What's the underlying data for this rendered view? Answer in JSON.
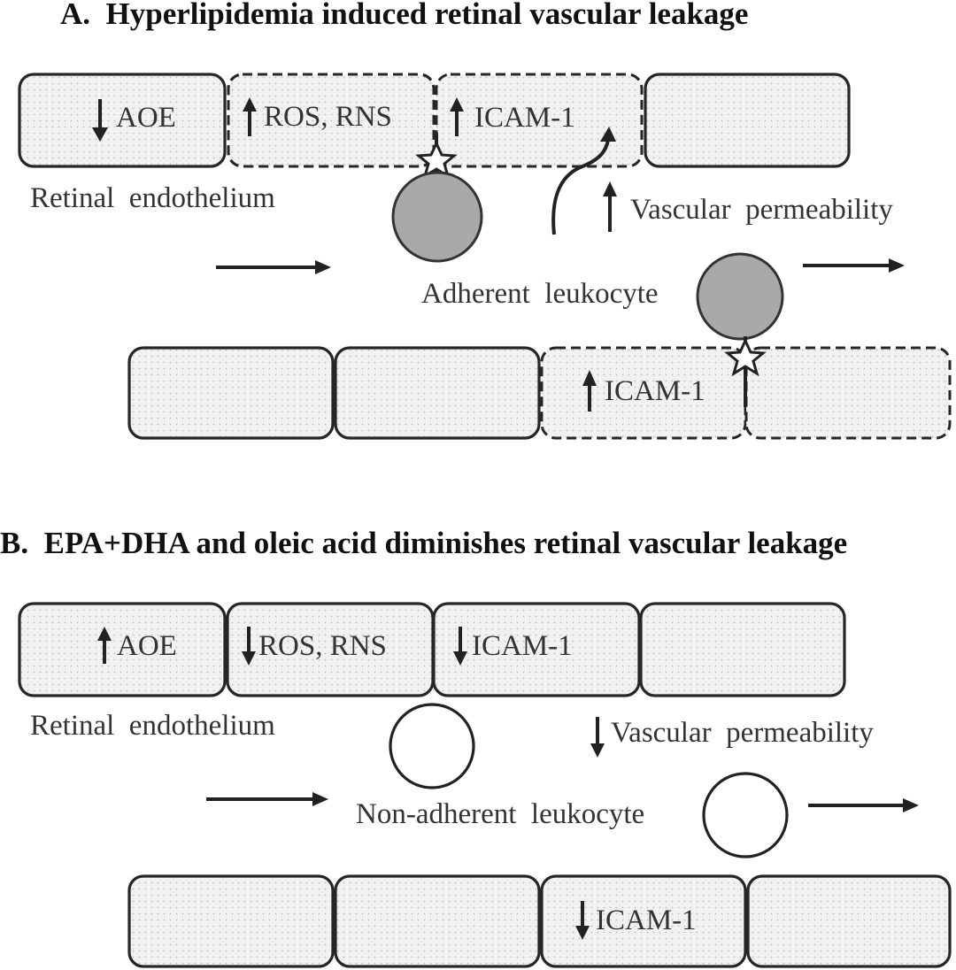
{
  "panel_a": {
    "title": "A.  Hyperlipidemia induced retinal vascular leakage",
    "aoe": "AOE",
    "ros_rns": "ROS, RNS",
    "icam_top": "ICAM-1",
    "endothelium": "Retinal  endothelium",
    "permeability": "Vascular  permeability",
    "leukocyte": "Adherent  leukocyte",
    "icam_bottom": "ICAM-1"
  },
  "panel_b": {
    "title": "B.  EPA+DHA and oleic acid diminishes retinal vascular leakage",
    "aoe": "AOE",
    "ros_rns": "ROS, RNS",
    "icam_top": "ICAM-1",
    "endothelium": "Retinal  endothelium",
    "permeability": "Vascular  permeability",
    "leukocyte": "Non-adherent  leukocyte",
    "icam_bottom": "ICAM-1"
  },
  "colors": {
    "adherent_leukocyte": "#a9a9a9",
    "non_adherent_leukocyte": "#ffffff",
    "outline": "#262626"
  }
}
